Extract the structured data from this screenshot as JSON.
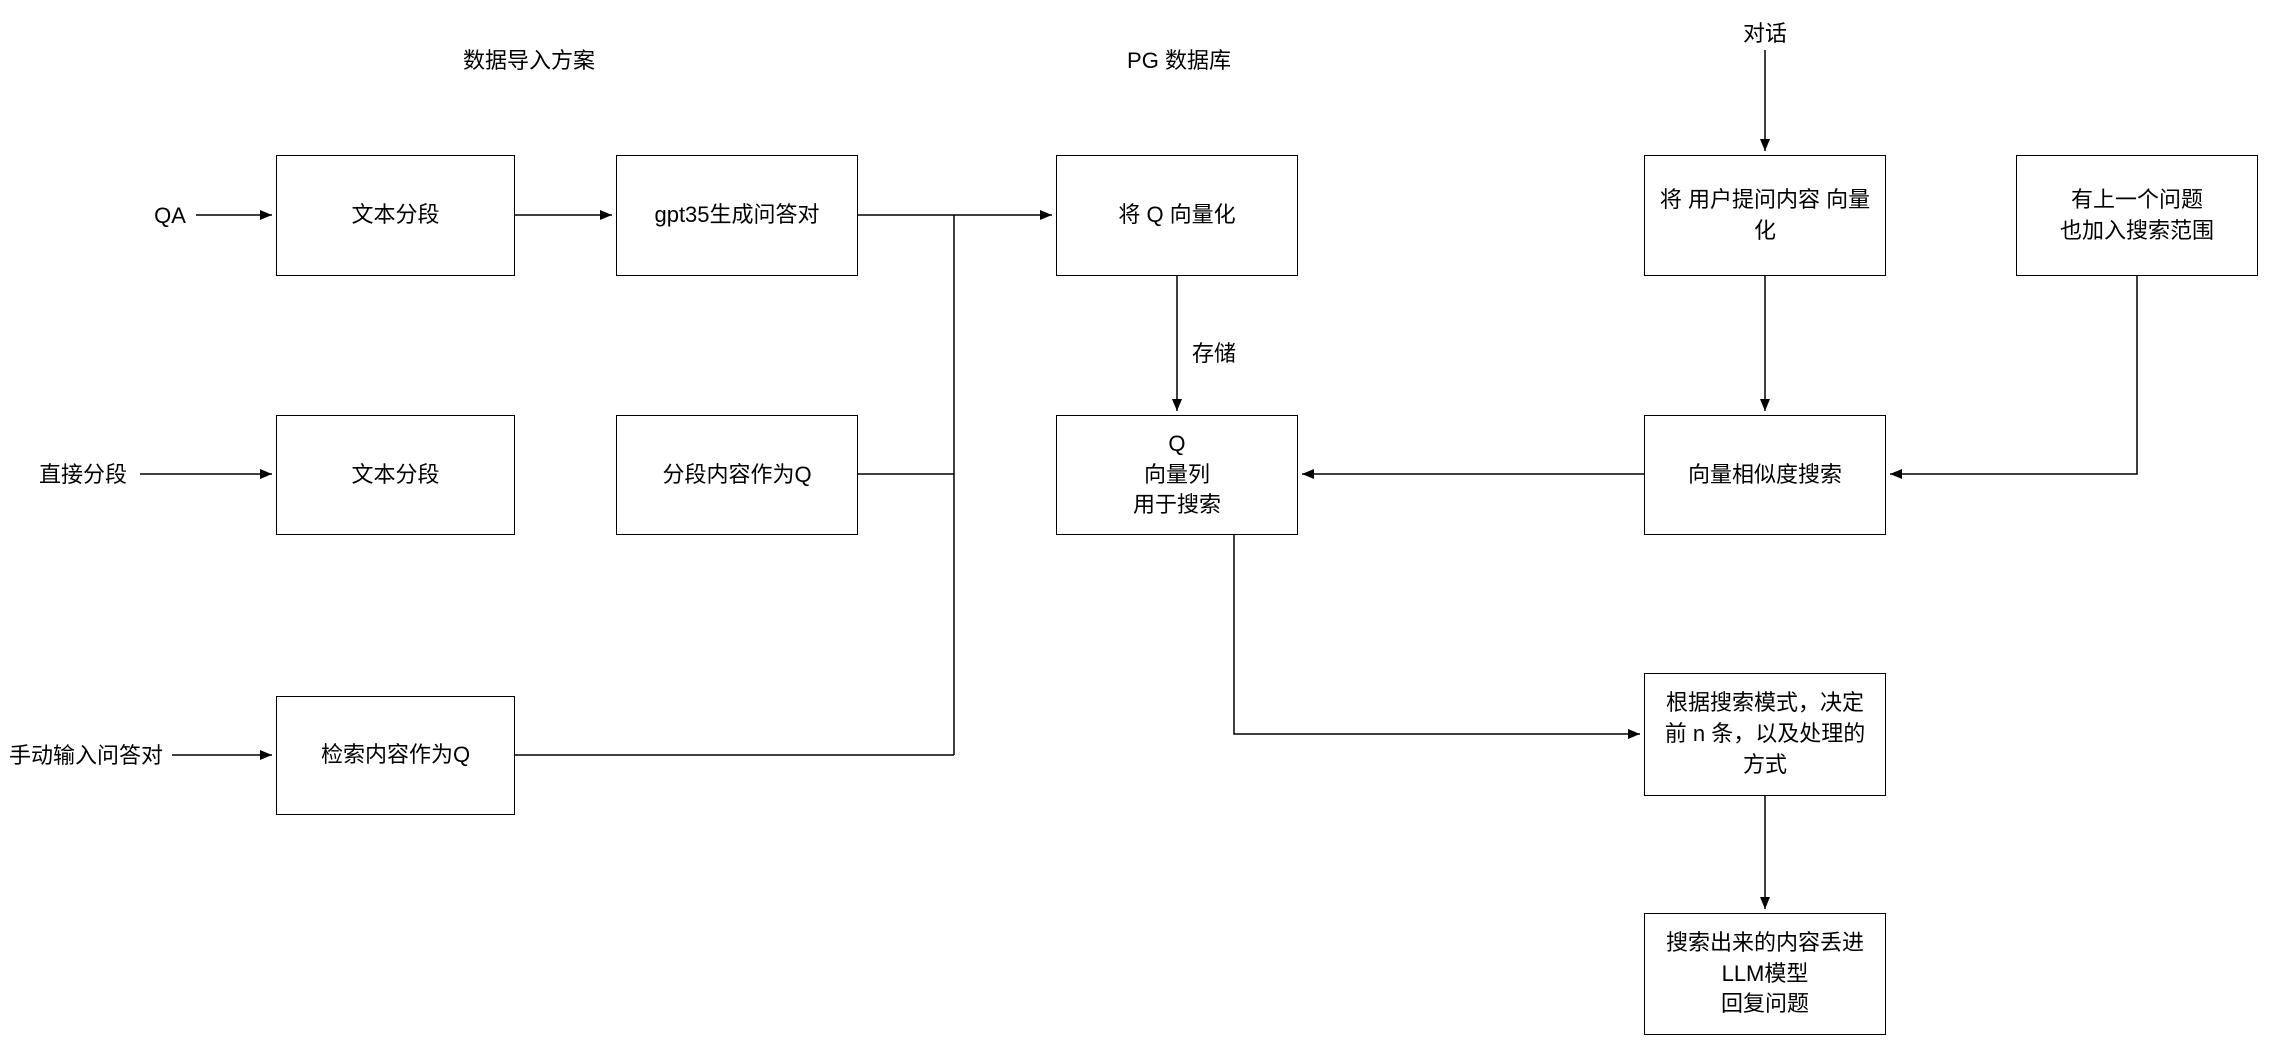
{
  "diagram": {
    "titles": {
      "import_scheme": "数据导入方案",
      "pg_database": "PG 数据库",
      "conversation": "对话"
    },
    "inputs": {
      "qa": "QA",
      "direct_segment": "直接分段",
      "manual_qa": "手动输入问答对"
    },
    "nodes": {
      "text_segment_1": "文本分段",
      "gpt35_generate": "gpt35生成问答对",
      "vectorize_q": "将 Q 向量化",
      "vectorize_user_question": "将 用户提问内容 向量\n化",
      "previous_question": "有上一个问题\n也加入搜索范围",
      "text_segment_2": "文本分段",
      "segment_as_q": "分段内容作为Q",
      "q_vector_column": "Q\n向量列\n用于搜索",
      "vector_similarity_search": "向量相似度搜索",
      "retrieval_as_q": "检索内容作为Q",
      "search_mode": "根据搜索模式，决定\n前 n 条，以及处理的\n方式",
      "llm_reply": "搜索出来的内容丢进\nLLM模型\n回复问题"
    },
    "edge_labels": {
      "store": "存储"
    },
    "colors": {
      "stroke": "#000000",
      "fill": "#ffffff",
      "text": "#000000"
    }
  }
}
